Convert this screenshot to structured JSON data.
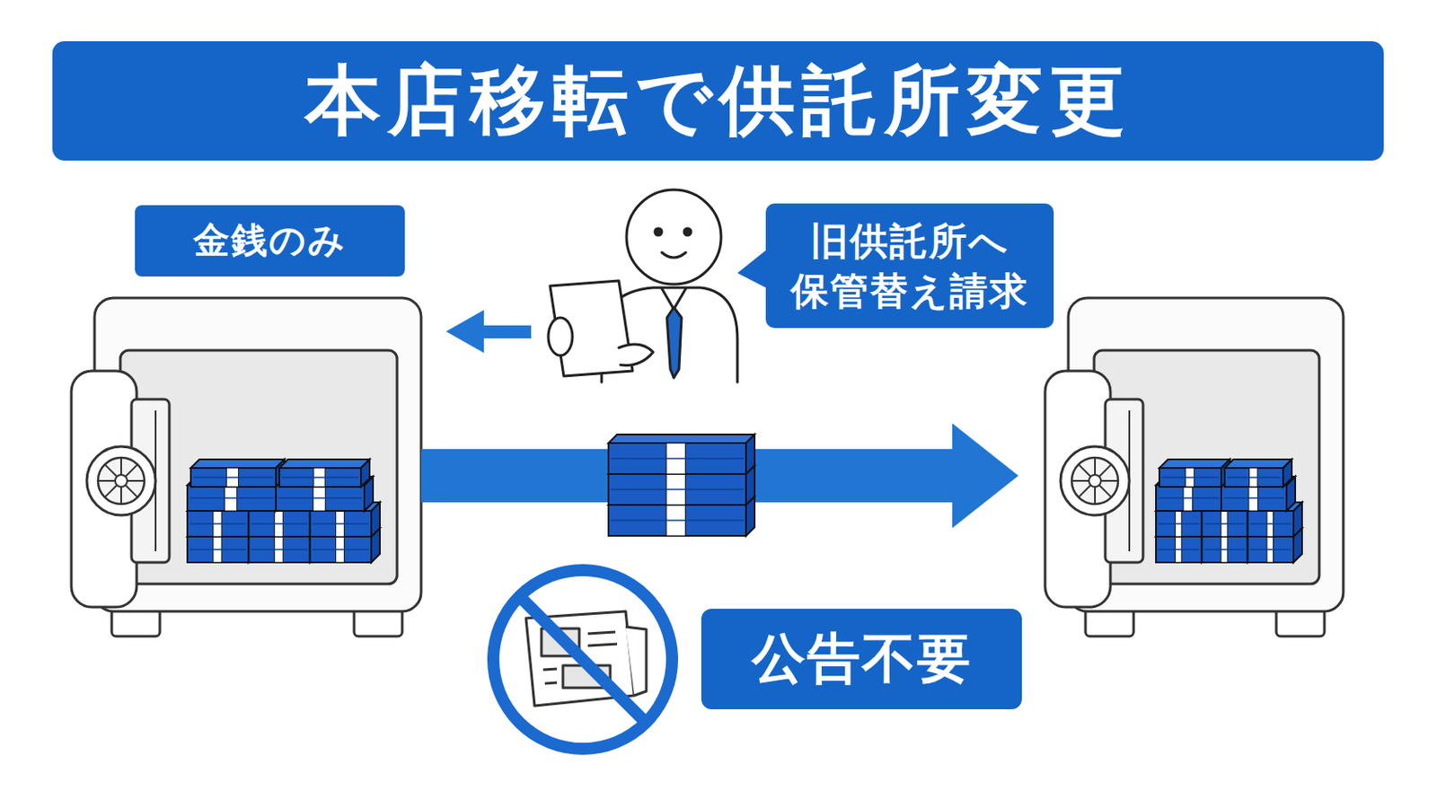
{
  "diagram": {
    "title": "本店移転で供託所変更",
    "nodes": [
      {
        "text": [
          "金銭のみ"
        ]
      },
      {
        "text": [
          "旧供託所へ 保管替え請求"
        ]
      },
      {
        "text": [
          "公告不要"
        ]
      }
    ]
  }
}
